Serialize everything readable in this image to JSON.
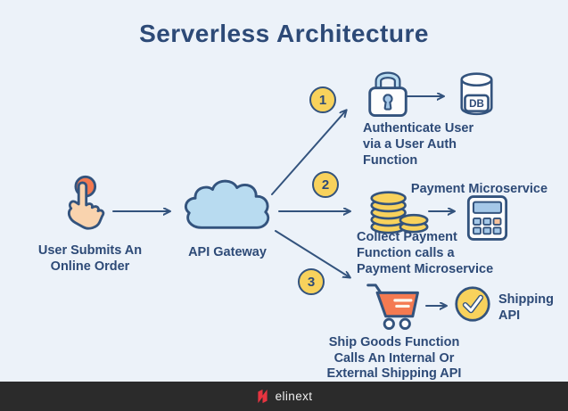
{
  "title": "Serverless Architecture",
  "colors": {
    "background": "#ecf2f9",
    "navy_outline": "#33537d",
    "text_navy": "#2d4a77",
    "accent_yellow": "#f8d25c",
    "light_blue": "#b8dbf0",
    "accent_orange": "#f47a51",
    "hand_peach": "#f9d3ae",
    "footer_bg": "#2b2b2b",
    "logo_red": "#e63440"
  },
  "flow": {
    "user": {
      "icon": "tap-hand-icon",
      "caption_lines": [
        "User Submits An",
        "Online Order"
      ]
    },
    "gateway": {
      "icon": "cloud-icon",
      "caption": "API Gateway"
    }
  },
  "branches": [
    {
      "number": "1",
      "icons": [
        "lock-icon",
        "database-icon"
      ],
      "db_label": "DB",
      "caption_lines": [
        "Authenticate User",
        "via a User Auth",
        "Function"
      ]
    },
    {
      "number": "2",
      "icons": [
        "coins-icon",
        "calculator-icon"
      ],
      "service_label": "Payment Microservice",
      "caption_lines": [
        "Collect Payment",
        "Function calls a",
        "Payment Microservice"
      ]
    },
    {
      "number": "3",
      "icons": [
        "cart-icon",
        "check-circle-icon"
      ],
      "service_label_lines": [
        "Shipping",
        "API"
      ],
      "caption_lines": [
        "Ship Goods Function",
        "Calls An Internal Or",
        "External Shipping API"
      ]
    }
  ],
  "footer": {
    "brand": "elinext"
  }
}
